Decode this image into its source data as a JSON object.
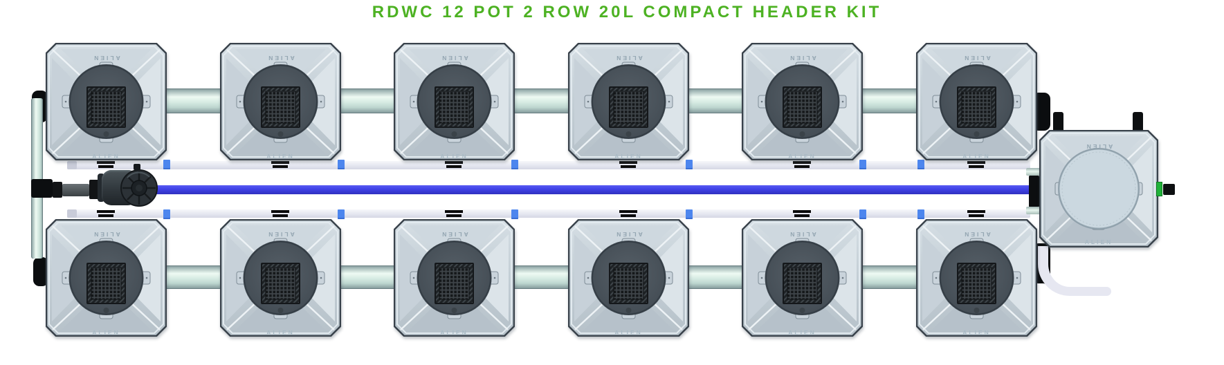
{
  "title": {
    "text": "RDWC 12 POT 2 ROW 20L COMPACT HEADER KIT",
    "color": "#4DB223"
  },
  "brand": "ALIEN",
  "kit": {
    "system_type": "RDWC",
    "pots_total": 12,
    "rows": 2,
    "pots_per_row": 6,
    "pot_volume": "20L",
    "header_style": "COMPACT HEADER KIT",
    "header_tanks": 1,
    "pumps": 1
  },
  "components": {
    "pot": "20L RDWC pot with mesh basket lid",
    "header_tank": "Compact header tank with solid lid",
    "pump": "Inline water pump",
    "feed_pipe": "Blue pressurized feed line",
    "return_pipe": "White return manifold pipe",
    "interconnect_pipe": "Pot-to-pot interconnect pipe",
    "left_manifold": "Left return riser pipe with elbows",
    "drain_hose": "Header tank drain hose",
    "pipe_connector": "Blue pipe union connector",
    "pipe_clamp": "Black pipe clamp",
    "outlet_fitting": "Green outlet valve fitting",
    "float_posts": "Header tank lid posts"
  },
  "colors": {
    "title_green": "#4DB223",
    "feed_blue": "#3F41E6",
    "interconnect_teal": "#D7EBE3",
    "return_white": "#E3E5EF",
    "connector_blue": "#4D86EE",
    "fitting_black": "#0C0E10",
    "outlet_green": "#21B23A",
    "pot_body_gray": "#C4CED6",
    "pot_lid_dark": "#4A535B",
    "tank_lid_gray": "#CBD8E0",
    "background": "#FFFFFF"
  }
}
